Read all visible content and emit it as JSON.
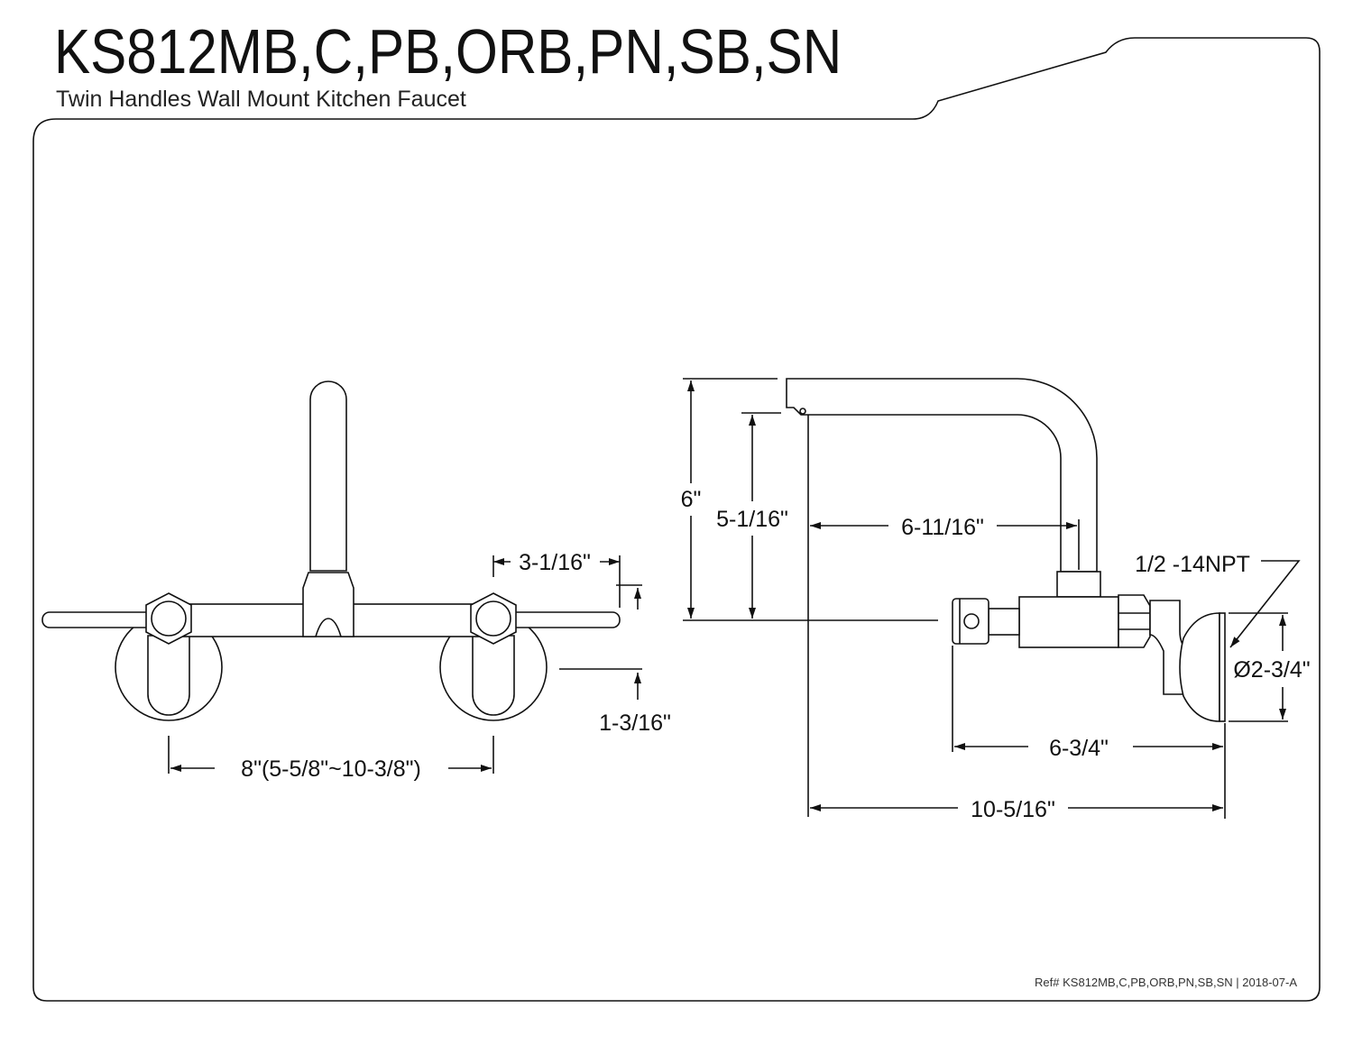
{
  "header": {
    "model_title": "KS812MB,C,PB,ORB,PN,SB,SN",
    "subtitle": "Twin Handles Wall Mount Kitchen Faucet"
  },
  "front_view": {
    "dim_handle_height": "3-1/16\"",
    "dim_flange_offset": "1-3/16\"",
    "dim_center_spacing": "8\"(5-5/8\"~10-3/8\")"
  },
  "side_view": {
    "dim_total_height": "6\"",
    "dim_spout_height": "5-1/16\"",
    "dim_spout_reach": "6-11/16\"",
    "dim_thread": "1/2 -14NPT",
    "dim_flange_diameter": "Ø2-3/4\"",
    "dim_body_depth": "6-3/4\"",
    "dim_total_depth": "10-5/16\""
  },
  "footer": {
    "reference": "Ref# KS812MB,C,PB,ORB,PN,SB,SN | 2018-07-A"
  }
}
